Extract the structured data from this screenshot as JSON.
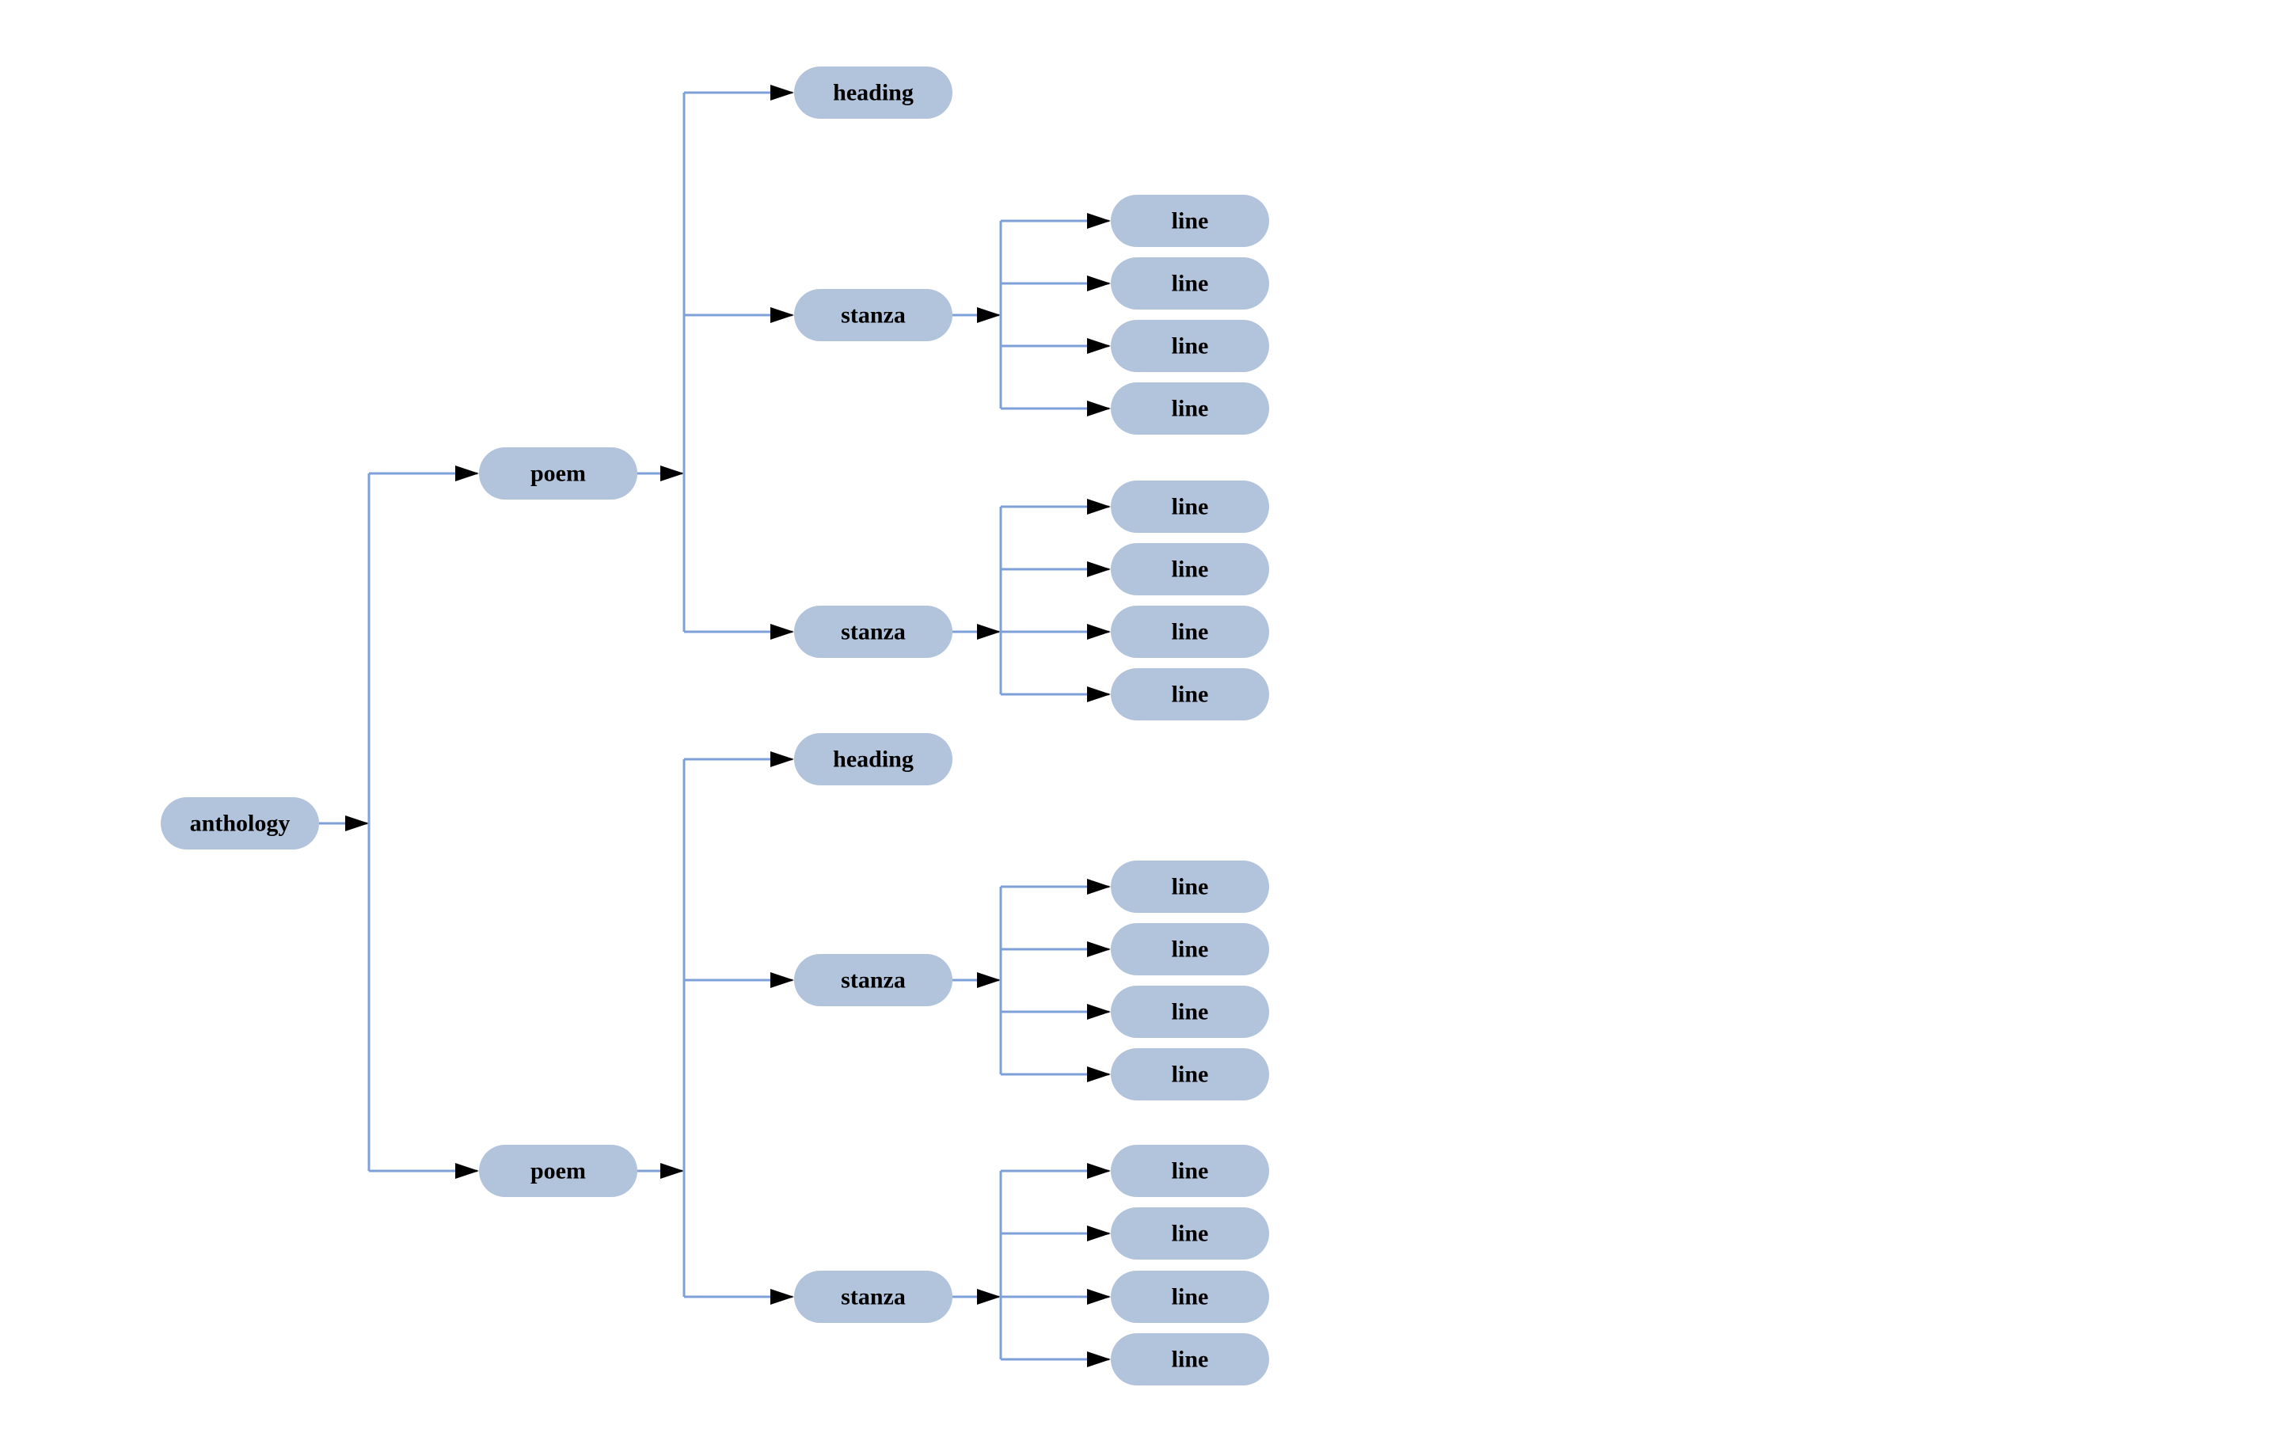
{
  "diagram": {
    "type": "tree",
    "orientation": "left-to-right",
    "colors": {
      "background": "#ffffff",
      "node_fill": "#b2c3dc",
      "node_text": "#000000",
      "edge_line": "#7da0d9",
      "arrowhead": "#000000"
    },
    "tree": {
      "label": "anthology",
      "children": [
        {
          "label": "poem",
          "children": [
            {
              "label": "heading",
              "children": []
            },
            {
              "label": "stanza",
              "children": [
                {
                  "label": "line",
                  "children": []
                },
                {
                  "label": "line",
                  "children": []
                },
                {
                  "label": "line",
                  "children": []
                },
                {
                  "label": "line",
                  "children": []
                }
              ]
            },
            {
              "label": "stanza",
              "children": [
                {
                  "label": "line",
                  "children": []
                },
                {
                  "label": "line",
                  "children": []
                },
                {
                  "label": "line",
                  "children": []
                },
                {
                  "label": "line",
                  "children": []
                }
              ]
            }
          ]
        },
        {
          "label": "poem",
          "children": [
            {
              "label": "heading",
              "children": []
            },
            {
              "label": "stanza",
              "children": [
                {
                  "label": "line",
                  "children": []
                },
                {
                  "label": "line",
                  "children": []
                },
                {
                  "label": "line",
                  "children": []
                },
                {
                  "label": "line",
                  "children": []
                }
              ]
            },
            {
              "label": "stanza",
              "children": [
                {
                  "label": "line",
                  "children": []
                },
                {
                  "label": "line",
                  "children": []
                },
                {
                  "label": "line",
                  "children": []
                },
                {
                  "label": "line",
                  "children": []
                }
              ]
            }
          ]
        }
      ]
    }
  }
}
